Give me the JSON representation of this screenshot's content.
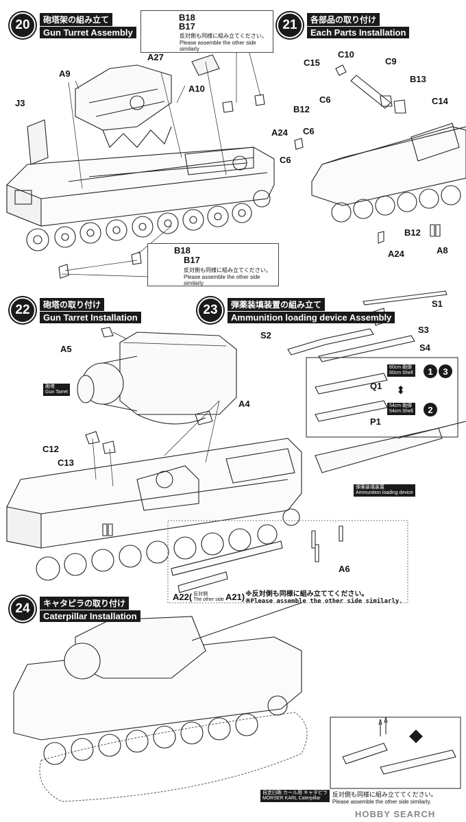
{
  "steps": {
    "s20": {
      "num": "20",
      "jp": "砲塔架の組み立て",
      "en": "Gun Turret Assembly"
    },
    "s21": {
      "num": "21",
      "jp": "各部品の取り付け",
      "en": "Each Parts Installation"
    },
    "s22": {
      "num": "22",
      "jp": "砲塔の取り付け",
      "en": "Gun Tarret Installation"
    },
    "s23": {
      "num": "23",
      "jp": "弾薬装填装置の組み立て",
      "en": "Ammunition loading device Assembly"
    },
    "s24": {
      "num": "24",
      "jp": "キャタピラの取り付け",
      "en": "Caterpillar Installation"
    }
  },
  "labels20": {
    "b18a": "B18",
    "b17a": "B17",
    "a27": "A27",
    "a9": "A9",
    "a10": "A10",
    "j3": "J3",
    "b18b": "B18",
    "b17b": "B17"
  },
  "notes": {
    "jp": "反対側も同様に組み立てください。",
    "en": "Please assemble the other side similarly"
  },
  "labels21": {
    "c15": "C15",
    "c10": "C10",
    "c9": "C9",
    "b13": "B13",
    "c6a": "C6",
    "c14": "C14",
    "b12a": "B12",
    "c6b": "C6",
    "a24a": "A24",
    "c6c": "C6",
    "b12b": "B12",
    "a8": "A8",
    "a24b": "A24"
  },
  "labels22": {
    "a5": "A5",
    "a4": "A4",
    "c12": "C12",
    "c13": "C13",
    "a6": "A6",
    "a22": "A22(",
    "a21": "A21)",
    "other_jp": "反対側",
    "other_en": "The other side",
    "turret_jp": "砲塔",
    "turret_en": "Gun Tarret"
  },
  "labels23": {
    "s1": "S1",
    "s2": "S2",
    "s3": "S3",
    "s4": "S4",
    "q1": "Q1",
    "p1": "P1",
    "shell60_jp": "60cm 砲弾",
    "shell60_en": "60cm Shell",
    "shell54_jp": "54cm 砲弾",
    "shell54_en": "54cm Shell",
    "badge1": "1",
    "badge3": "3",
    "badge2": "2",
    "device_jp": "弾薬装填装置",
    "device_en": "Ammunition loading device"
  },
  "bottom22": {
    "jp": "※反対側も同様に組み立ててください。",
    "en": "※Please assemble the other side similarly."
  },
  "labels24": {
    "karl_jp": "自走臼砲 カール用 キャタピラ",
    "karl_en": "MÖRSER KARL Caterpillar",
    "note_jp": "反対側も同様に組み立ててください。",
    "note_en": "Please assemble the other side similarly."
  },
  "watermark": "HOBBY SEARCH"
}
